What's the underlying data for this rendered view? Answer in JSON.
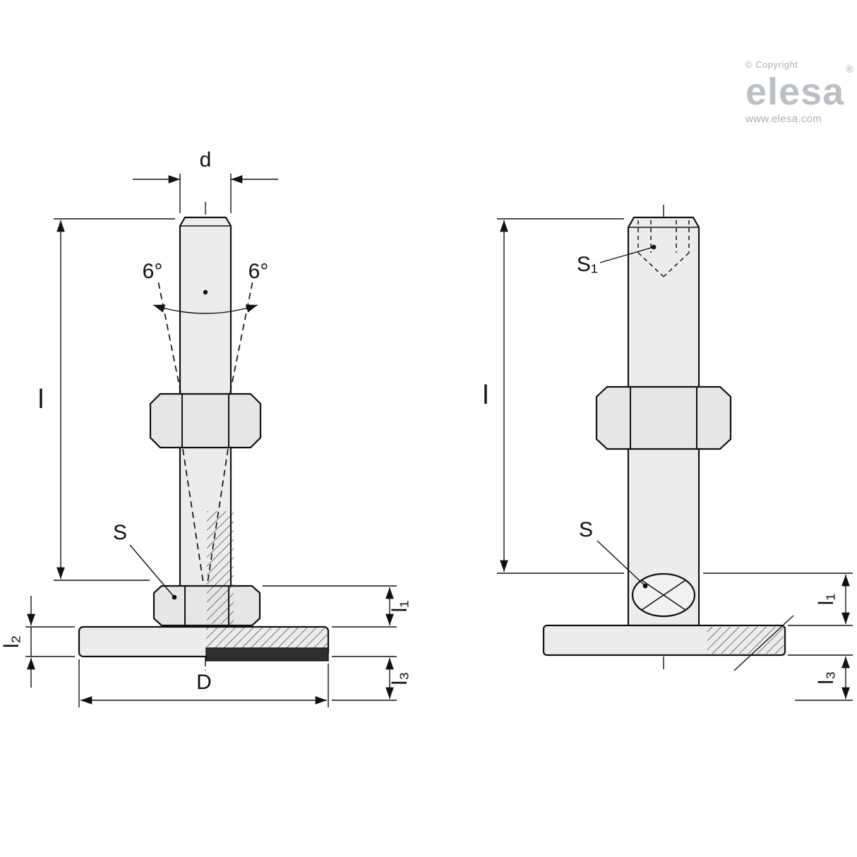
{
  "branding": {
    "copyright": "© Copyright",
    "logo": "elesa",
    "registered": "®",
    "website": "www.elesa.com"
  },
  "diagram": {
    "left": {
      "dim_d": "d",
      "angle_left": "6°",
      "angle_right": "6°",
      "dim_l": "l",
      "label_s": "S",
      "dim_l2": "l₂",
      "dim_D": "D",
      "dim_l1": "l₁",
      "dim_l3": "l₃"
    },
    "right": {
      "label_s1": "S₁",
      "dim_l": "l",
      "label_s": "S",
      "dim_l1": "l₁",
      "dim_l3": "l₃"
    }
  },
  "colors": {
    "line": "#111111",
    "metal_fill": "#ececec",
    "logo_gray": "#bcc0c4"
  }
}
